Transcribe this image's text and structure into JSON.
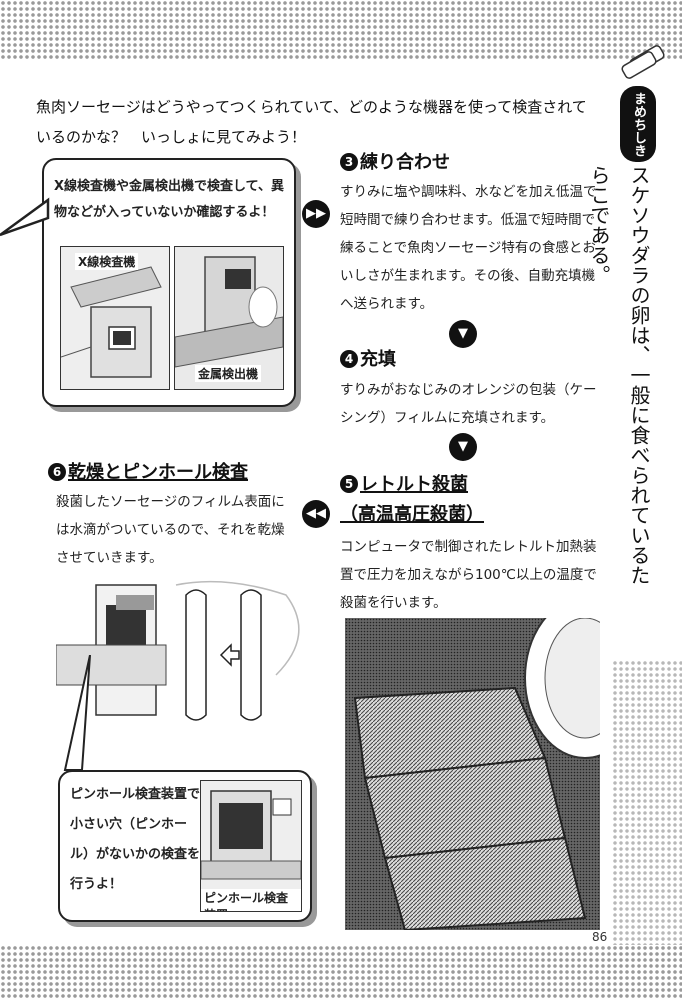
{
  "intro": "魚肉ソーセージはどうやってつくられていて、どのような機器を使って検査されているのかな？　いっしょに見てみよう！",
  "xray_panel": {
    "text": "X線検査機や金属検出機で検査して、異物などが入っていないか確認するよ！",
    "caption_left": "X線検査機",
    "caption_right": "金属検出機"
  },
  "steps": {
    "s3": {
      "num": "3",
      "title": "練り合わせ",
      "body": "すりみに塩や調味料、水などを加え低温で短時間で練り合わせます。低温で短時間で練ることで魚肉ソーセージ特有の食感とおいしさが生まれます。その後、自動充填機へ送られます。"
    },
    "s4": {
      "num": "4",
      "title": "充填",
      "body": "すりみがおなじみのオレンジの包装（ケーシング）フィルムに充填されます。"
    },
    "s5": {
      "num": "5",
      "title": "レトルト殺菌",
      "subtitle": "（高温高圧殺菌）",
      "body": "コンピュータで制御されたレトルト加熱装置で圧力を加えながら100℃以上の温度で殺菌を行います。"
    },
    "s6": {
      "num": "6",
      "title": "乾燥とピンホール検査",
      "body": "殺菌したソーセージのフィルム表面には水滴がついているので、それを乾燥させていきます。"
    }
  },
  "pin_panel": {
    "text": "ピンホール検査装置で小さい穴（ピンホール）がないかの検査を行うよ！",
    "caption": "ピンホール検査装置"
  },
  "side": {
    "label": "まめちしき",
    "text": "スケソウダラの卵は、一般に食べられているたらこである。"
  },
  "page_number": "86"
}
